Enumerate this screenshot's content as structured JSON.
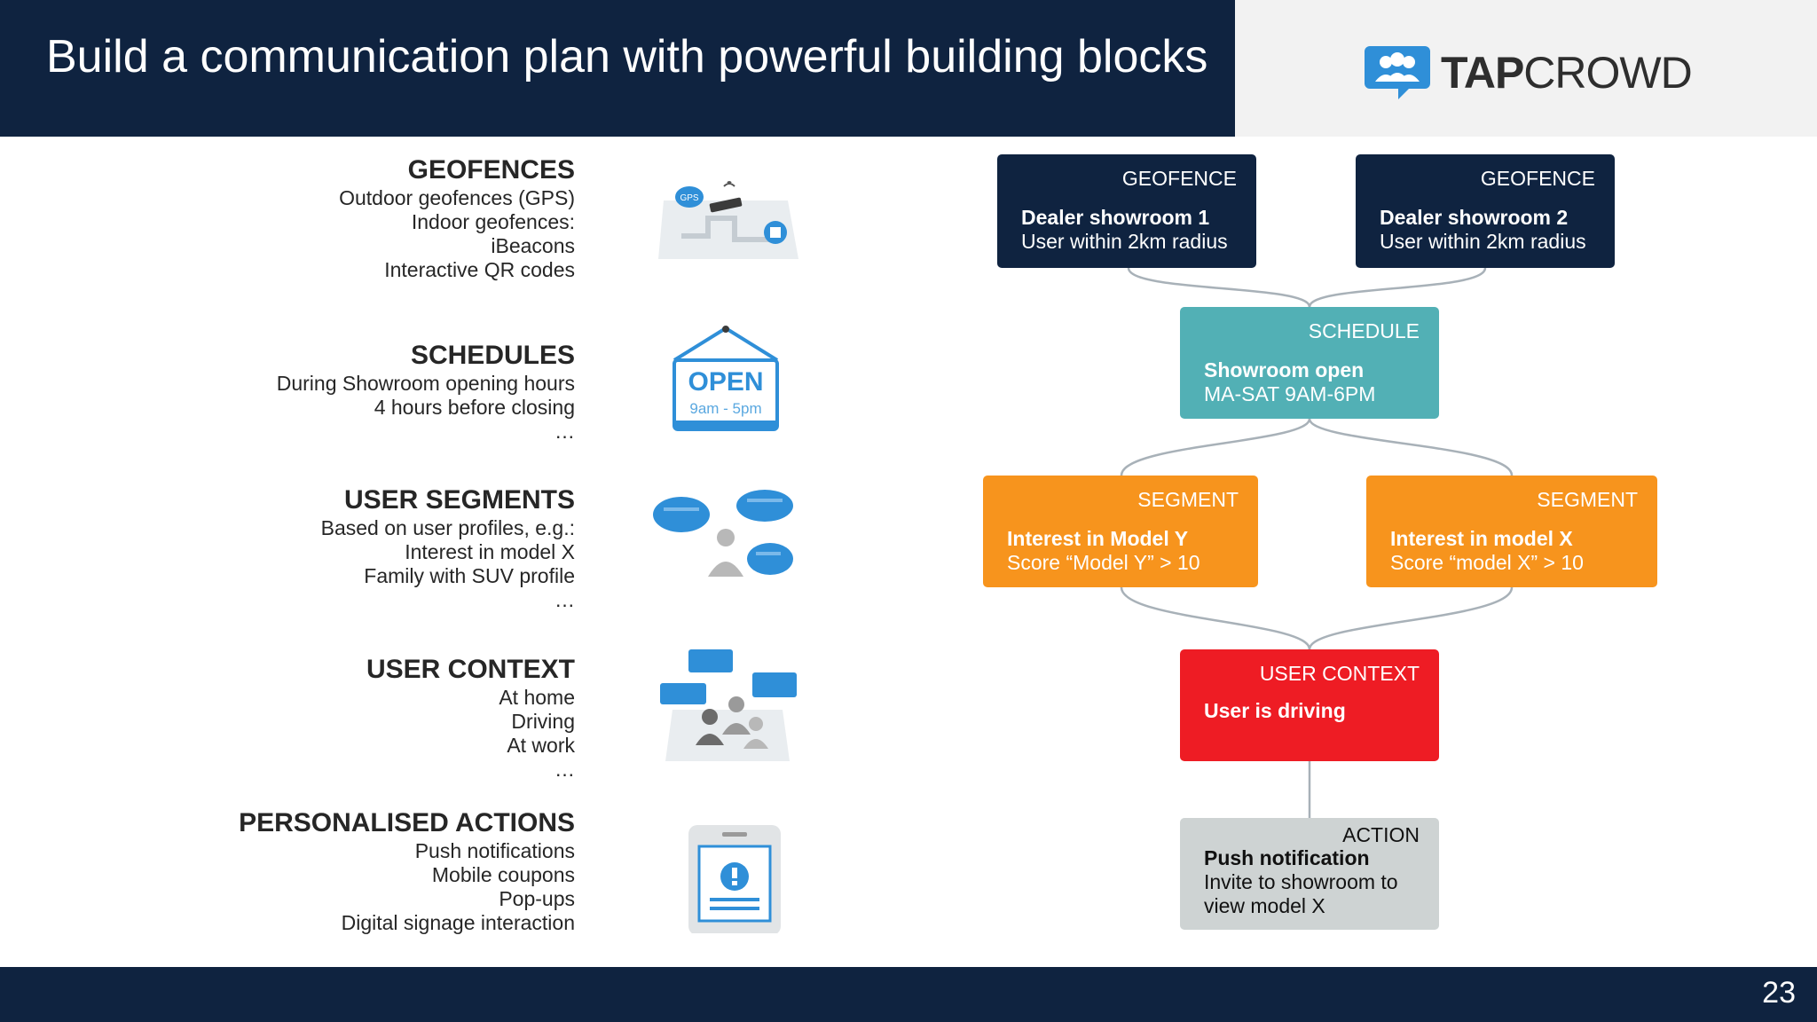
{
  "header": {
    "title": "Build a communication plan with powerful building blocks",
    "logo_text_bold": "TAP",
    "logo_text_rest": "CROWD"
  },
  "footer": {
    "page_number": "23"
  },
  "categories": [
    {
      "title": "GEOFENCES",
      "lines": [
        "Outdoor geofences (GPS)",
        "Indoor geofences:",
        "iBeacons",
        "Interactive QR codes"
      ],
      "icon": "map-location-icon"
    },
    {
      "title": "SCHEDULES",
      "lines": [
        "During Showroom opening hours",
        "4 hours before closing",
        "…"
      ],
      "icon": "open-sign-icon",
      "sign_text": "OPEN",
      "sign_hours": "9am - 5pm"
    },
    {
      "title": "USER SEGMENTS",
      "lines": [
        "Based on user profiles, e.g.:",
        "Interest in model X",
        "Family with SUV profile",
        "…"
      ],
      "icon": "user-segments-icon"
    },
    {
      "title": "USER CONTEXT",
      "lines": [
        "At home",
        "Driving",
        "At work",
        "…"
      ],
      "icon": "user-context-icon"
    },
    {
      "title": "PERSONALISED ACTIONS",
      "lines": [
        "Push notifications",
        "Mobile coupons",
        "Pop-ups",
        "Digital signage interaction"
      ],
      "icon": "phone-alert-icon"
    }
  ],
  "flow": {
    "geofence1": {
      "type": "GEOFENCE",
      "title": "Dealer showroom 1",
      "detail": "User within 2km radius"
    },
    "geofence2": {
      "type": "GEOFENCE",
      "title": "Dealer showroom 2",
      "detail": "User within 2km radius"
    },
    "schedule": {
      "type": "SCHEDULE",
      "title": "Showroom open",
      "detail": "MA-SAT 9AM-6PM"
    },
    "segment1": {
      "type": "SEGMENT",
      "title": "Interest in Model Y",
      "detail": "Score “Model Y” > 10"
    },
    "segment2": {
      "type": "SEGMENT",
      "title": "Interest in model X",
      "detail": "Score “model X” > 10"
    },
    "context": {
      "type": "USER CONTEXT",
      "title": "User is driving"
    },
    "action": {
      "type": "ACTION",
      "title": "Push notification",
      "detail_1": "Invite to showroom to",
      "detail_2": "view model X"
    }
  },
  "colors": {
    "navy": "#0f2340",
    "teal": "#52b0b5",
    "orange": "#f7941d",
    "red": "#ee1c24",
    "grey": "#ced3d3",
    "logo_blue": "#2f8fd8"
  }
}
